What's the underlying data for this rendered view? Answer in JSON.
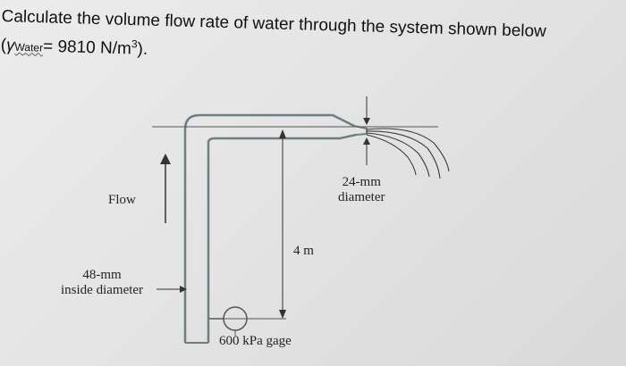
{
  "problem": {
    "line1": "Calculate the volume flow rate of water through the system shown below",
    "paren_open": "(",
    "gamma_symbol": "γ",
    "gamma_subscript": "Water",
    "equals_value": "= 9810 N/m",
    "exponent": "3",
    "paren_close": ").",
    "gamma": {
      "value": 9810,
      "unit": "N/m³"
    }
  },
  "labels": {
    "flow": "Flow",
    "inside_diameter_value": "48-mm",
    "inside_diameter_text": "inside diameter",
    "height": "4 m",
    "nozzle_diameter_value": "24-mm",
    "nozzle_diameter_text": "diameter",
    "gage": "600 kPa gage"
  },
  "values": {
    "pipe_inside_diameter_mm": 48,
    "nozzle_diameter_mm": 24,
    "height_m": 4,
    "gage_pressure_kPa": 600
  },
  "colors": {
    "pipe_stroke": "#6f7c82",
    "text": "#222222",
    "arrow": "#333333"
  },
  "icons": {
    "pressure_gage": "gage-circle-icon",
    "flow_arrow": "up-arrow-icon"
  }
}
